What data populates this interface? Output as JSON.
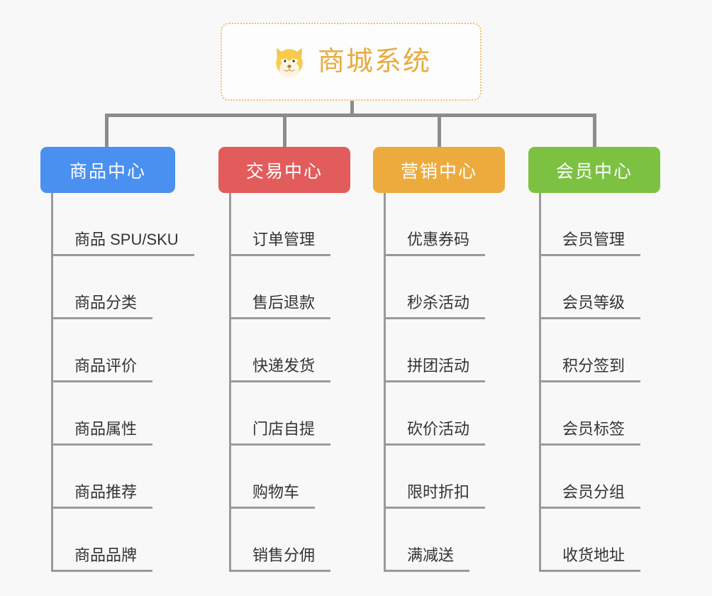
{
  "root": {
    "title": "商城系统",
    "icon": "shiba-dog-icon",
    "border_color": "#f0c068",
    "title_color": "#e8ab41",
    "background": "#fdfdfd"
  },
  "page": {
    "background": "#f8f8f8",
    "connector_color": "#8c8c8c",
    "leaf_line_color": "#9a9a9a",
    "leaf_text_color": "#333333"
  },
  "columns": [
    {
      "id": "product-center",
      "label": "商品中心",
      "color": "#4a90f0",
      "items": [
        "商品 SPU/SKU",
        "商品分类",
        "商品评价",
        "商品属性",
        "商品推荐",
        "商品品牌"
      ]
    },
    {
      "id": "trade-center",
      "label": "交易中心",
      "color": "#e25c5c",
      "items": [
        "订单管理",
        "售后退款",
        "快递发货",
        "门店自提",
        "购物车",
        "销售分佣"
      ]
    },
    {
      "id": "marketing-center",
      "label": "营销中心",
      "color": "#edab3e",
      "items": [
        "优惠券码",
        "秒杀活动",
        "拼团活动",
        "砍价活动",
        "限时折扣",
        "满减送"
      ]
    },
    {
      "id": "member-center",
      "label": "会员中心",
      "color": "#7dc142",
      "items": [
        "会员管理",
        "会员等级",
        "积分签到",
        "会员标签",
        "会员分组",
        "收货地址"
      ]
    }
  ]
}
